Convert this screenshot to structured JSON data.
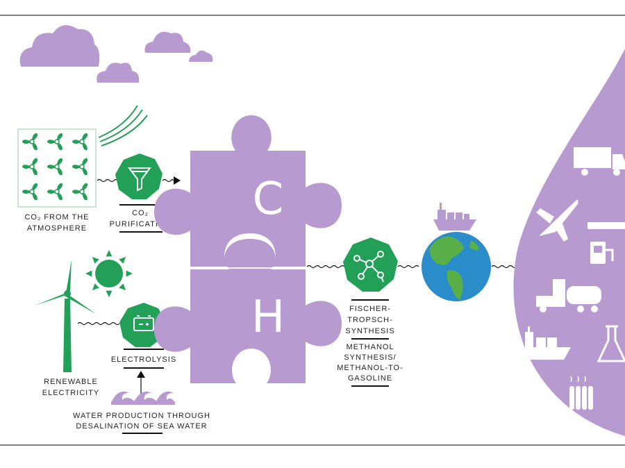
{
  "labels": {
    "co2_atmosphere_1": "CO₂ FROM THE",
    "co2_atmosphere_2": "ATMOSPHERE",
    "co2_purification_1": "CO₂",
    "co2_purification_2": "PURIFICATION",
    "renewable_1": "RENEWABLE",
    "renewable_2": "ELECTRICITY",
    "electrolysis": "ELECTROLYSIS",
    "water_1": "WATER PRODUCTION THROUGH",
    "water_2": "DESALINATION OF SEA WATER",
    "fischer_1": "FISCHER-",
    "fischer_2": "TROPSCH-",
    "fischer_3": "SYNTHESIS",
    "methanol_1": "METHANOL",
    "methanol_2": "SYNTHESIS/",
    "methanol_3": "METHANOL-TO-",
    "methanol_4": "GASOLINE"
  },
  "puzzle": {
    "top_letter": "C",
    "bottom_letter": "H"
  },
  "icons": {
    "clouds": "cloud-icon",
    "fans": "fan-icon",
    "filter": "filter-icon",
    "sun": "sun-icon",
    "wind_turbine": "wind-turbine-icon",
    "battery": "battery-icon",
    "waves": "waves-icon",
    "molecule": "molecule-icon",
    "globe": "globe-icon",
    "ship": "ship-icon",
    "truck": "truck-icon",
    "plane": "plane-icon",
    "fuel_station": "fuel-station-icon",
    "tanker_truck": "tanker-truck-icon",
    "cargo_ship": "cargo-ship-icon",
    "flask": "flask-icon",
    "radiator": "radiator-icon"
  },
  "colors": {
    "purple": "#b79ad0",
    "green": "#23a057",
    "ocean": "#2a8cc9",
    "land": "#59b048",
    "text": "#222222"
  }
}
